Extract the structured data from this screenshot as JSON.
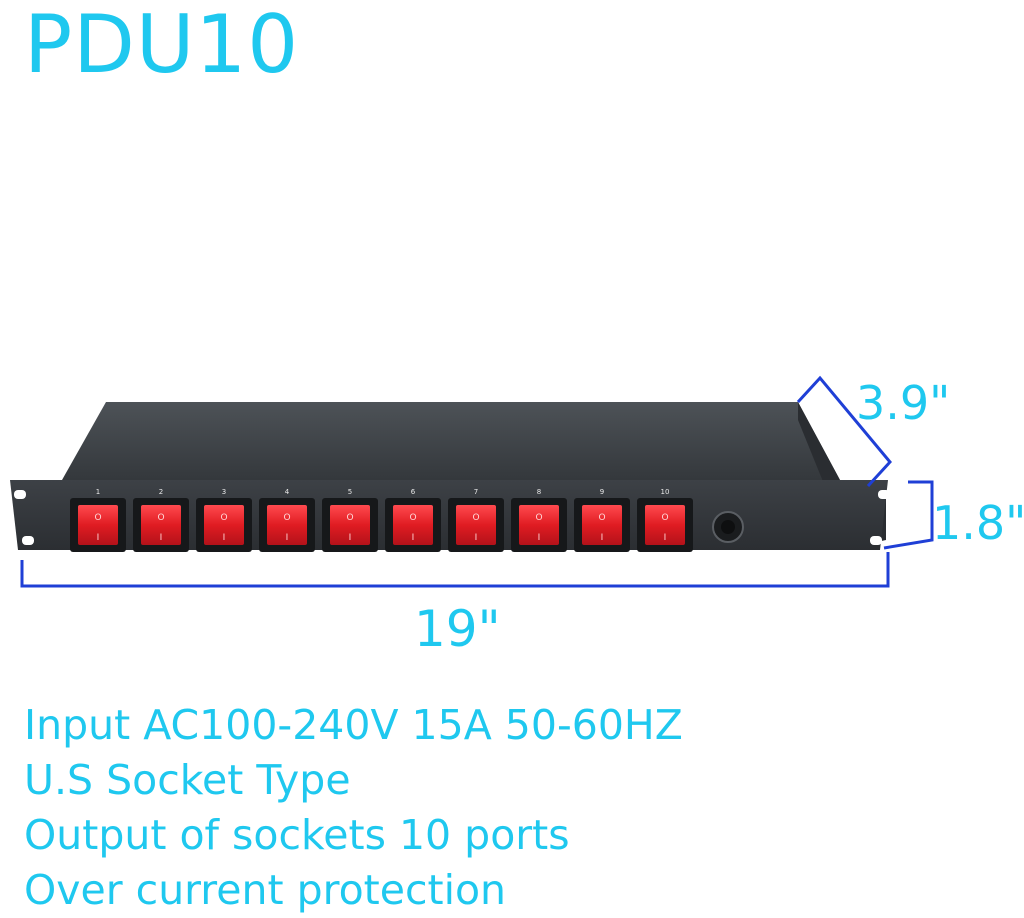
{
  "title": "PDU10",
  "dimensions": {
    "depth": "3.9\"",
    "height": "1.8\"",
    "width": "19\""
  },
  "ports": [
    "1",
    "2",
    "3",
    "4",
    "5",
    "6",
    "7",
    "8",
    "9",
    "10"
  ],
  "switch_symbols": {
    "off": "O",
    "on": "I"
  },
  "features": [
    "Input AC100-240V 15A 50-60HZ",
    "U.S Socket Type",
    "Output of sockets 10  ports",
    "Over current protection"
  ],
  "colors": {
    "text_accent": "#1fc8ef",
    "dimension_line": "#1f3fd6",
    "chassis": "#3b3f44",
    "switch_red": "#e01c22"
  }
}
